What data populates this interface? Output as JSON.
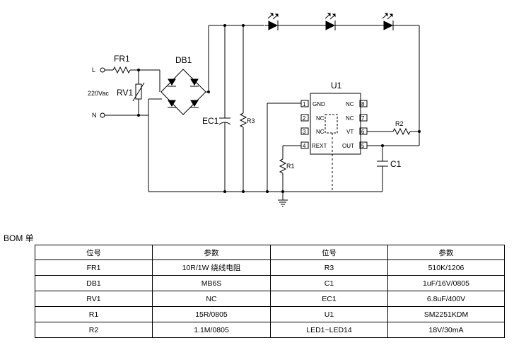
{
  "schematic": {
    "labels": {
      "L": "L",
      "N": "N",
      "supply": "220Vac",
      "FR1": "FR1",
      "RV1": "RV1",
      "DB1": "DB1",
      "EC1": "EC1",
      "R3": "R3",
      "U1": "U1",
      "R1": "R1",
      "R2": "R2",
      "C1": "C1"
    },
    "chip_pins": [
      {
        "num": "1",
        "name": "GND"
      },
      {
        "num": "2",
        "name": "NC"
      },
      {
        "num": "3",
        "name": "NC"
      },
      {
        "num": "4",
        "name": "REXT"
      },
      {
        "num": "8",
        "name": "NC"
      },
      {
        "num": "7",
        "name": "NC"
      },
      {
        "num": "6",
        "name": "VT"
      },
      {
        "num": "5",
        "name": "OUT"
      }
    ]
  },
  "bom": {
    "title": "BOM 单",
    "headers": [
      "位号",
      "参数",
      "位号",
      "参数"
    ],
    "rows": [
      [
        "FR1",
        "10R/1W  绕线电阻",
        "R3",
        "510K/1206"
      ],
      [
        "DB1",
        "MB6S",
        "C1",
        "1uF/16V/0805"
      ],
      [
        "RV1",
        "NC",
        "EC1",
        "6.8uF/400V"
      ],
      [
        "R1",
        "15R/0805",
        "U1",
        "SM2251KDM"
      ],
      [
        "R2",
        "1.1M/0805",
        "LED1~LED14",
        "18V/30mA"
      ]
    ]
  }
}
